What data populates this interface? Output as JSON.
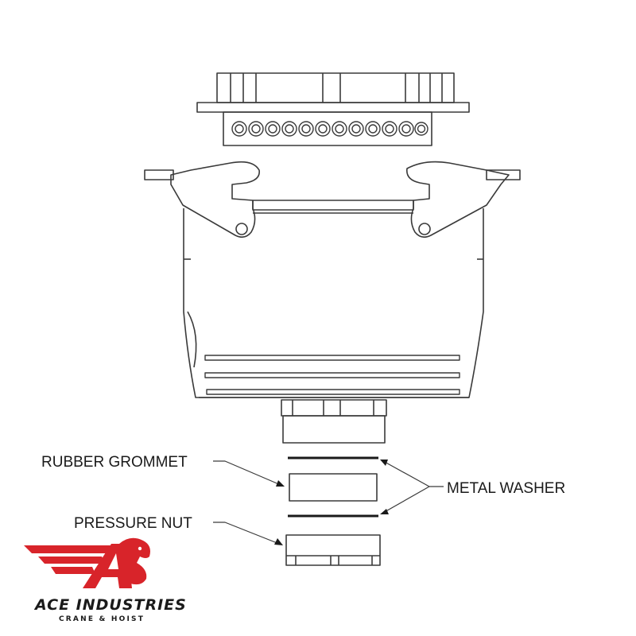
{
  "labels": {
    "rubber_grommet": "RUBBER GROMMET",
    "pressure_nut": "PRESSURE NUT",
    "metal_washer": "METAL WASHER"
  },
  "logo": {
    "name": "ACE INDUSTRIES",
    "tagline": "CRANE & HOIST"
  },
  "colors": {
    "line": "#3a3a3a",
    "logo_red": "#d8242a",
    "text": "#1a1a1a"
  }
}
